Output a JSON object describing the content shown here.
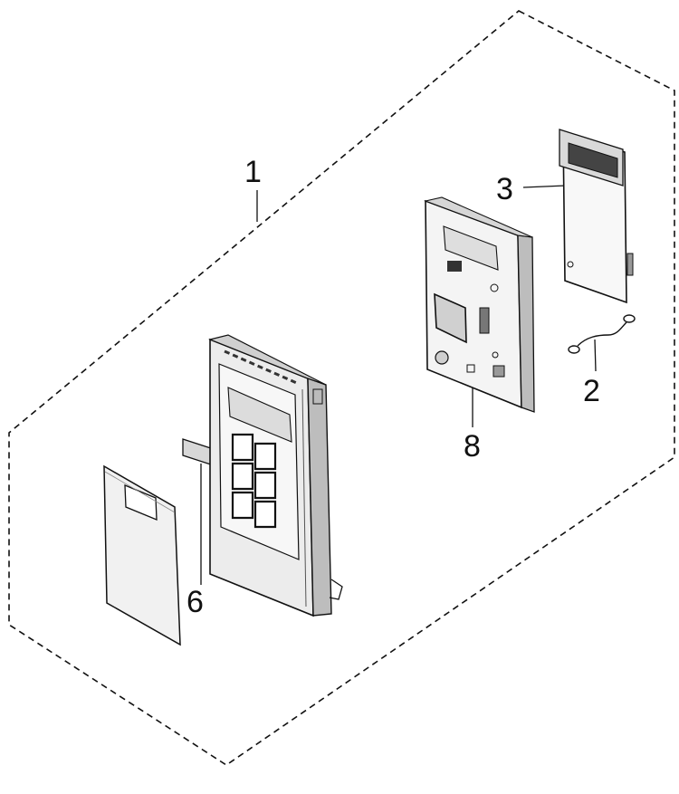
{
  "callouts": {
    "assembly": "1",
    "wire": "2",
    "pcb": "3",
    "window": "6",
    "bracket": "8"
  },
  "colors": {
    "line": "#111111",
    "fill_light": "#f1f1f1",
    "fill_mid": "#d8d8d8",
    "fill_dark": "#444444"
  }
}
